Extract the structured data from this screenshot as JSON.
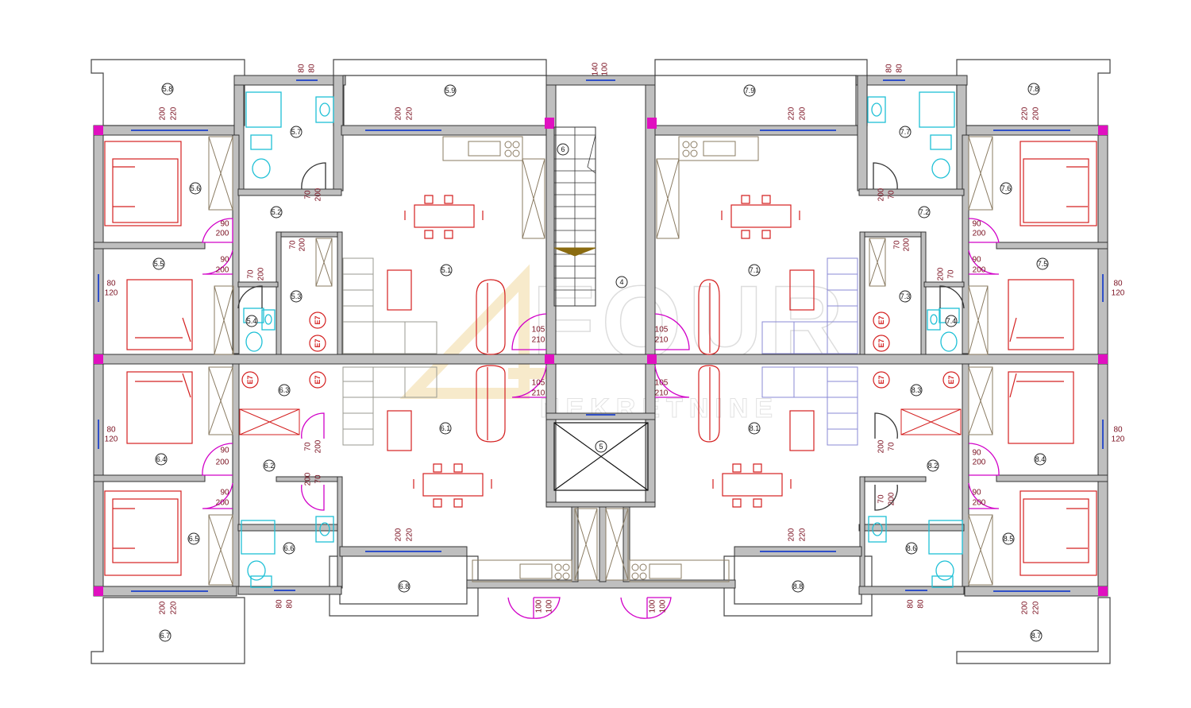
{
  "watermark": {
    "brand": "FOUR",
    "sub": "NEKRETNINE"
  },
  "colors": {
    "walls": "#bfbfbf",
    "furniture": "#d42020",
    "doors": "#d100c8",
    "sanitary": "#1ec0d6",
    "windows": "#3050c8",
    "cabinets": "#8a7b62"
  },
  "rooms": {
    "r5_8": "5.8",
    "r5_9": "5.9",
    "r5_7": "5.7",
    "r5_6": "5.6",
    "r5_2": "5.2",
    "r5_1": "5.1",
    "r5_5": "5.5",
    "r5_3": "5.3",
    "r5_4": "5.4",
    "r6": "6",
    "r4": "4",
    "r7_9": "7.9",
    "r7_7": "7.7",
    "r7_8": "7.8",
    "r7_6": "7.6",
    "r7_2": "7.2",
    "r7_1": "7.1",
    "r7_5": "7.5",
    "r7_3": "7.3",
    "r7_4": "7.4",
    "r6_3": "6.3",
    "r6_4": "6.4",
    "r6_2": "6.2",
    "r6_1": "6.1",
    "r6_5": "6.5",
    "r6_6": "6.6",
    "r6_7": "6.7",
    "r6_8": "6.8",
    "r5": "5",
    "r8_1": "8.1",
    "r8_3": "8.3",
    "r8_2": "8.2",
    "r8_4": "8.4",
    "r8_5": "8.5",
    "r8_6": "8.6",
    "r8_7": "8.7",
    "r8_8": "8.8"
  },
  "dims": {
    "d80": "80",
    "d90": "90",
    "d100": "100",
    "d140": "140",
    "d200": "200",
    "d220": "220",
    "d70": "70",
    "d120": "120",
    "d105": "105",
    "d210": "210"
  },
  "electrical_label": "E7"
}
